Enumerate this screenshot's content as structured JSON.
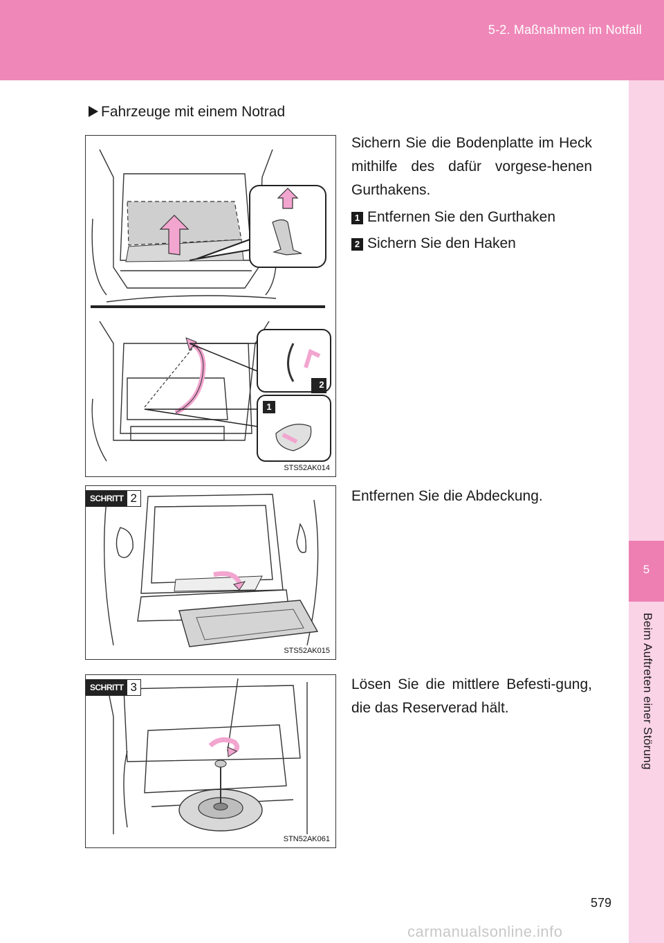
{
  "header": {
    "section_title": "5-2. Maßnahmen im Notfall",
    "band_color": "#ef88b8"
  },
  "side_tab": {
    "chapter_number": "5",
    "chapter_label": "Beim Auftreten einer Störung",
    "light_color": "#fbd3e7",
    "dark_color": "#ee7fb3"
  },
  "content": {
    "heading": "Fahrzeuge mit einem Notrad",
    "para1": "Sichern Sie die Bodenplatte im Heck mithilfe des dafür vorgese-henen Gurthakens.",
    "steps": [
      {
        "badge": "1",
        "text": "Entfernen Sie den Gurthaken"
      },
      {
        "badge": "2",
        "text": "Sichern Sie den Haken"
      }
    ],
    "para2": "Entfernen Sie die Abdeckung.",
    "para3": "Lösen Sie die mittlere Befesti-gung, die das Reserverad hält."
  },
  "figures": [
    {
      "code": "STS52AK014",
      "callouts": [
        "2",
        "1"
      ]
    },
    {
      "code": "STS52AK015",
      "step_label": "SCHRITT",
      "step_number": "2"
    },
    {
      "code": "STN52AK061",
      "step_label": "SCHRITT",
      "step_number": "3"
    }
  ],
  "accent_color": "#f2a5cf",
  "page_number": "579",
  "watermark": "carmanualsonline.info"
}
